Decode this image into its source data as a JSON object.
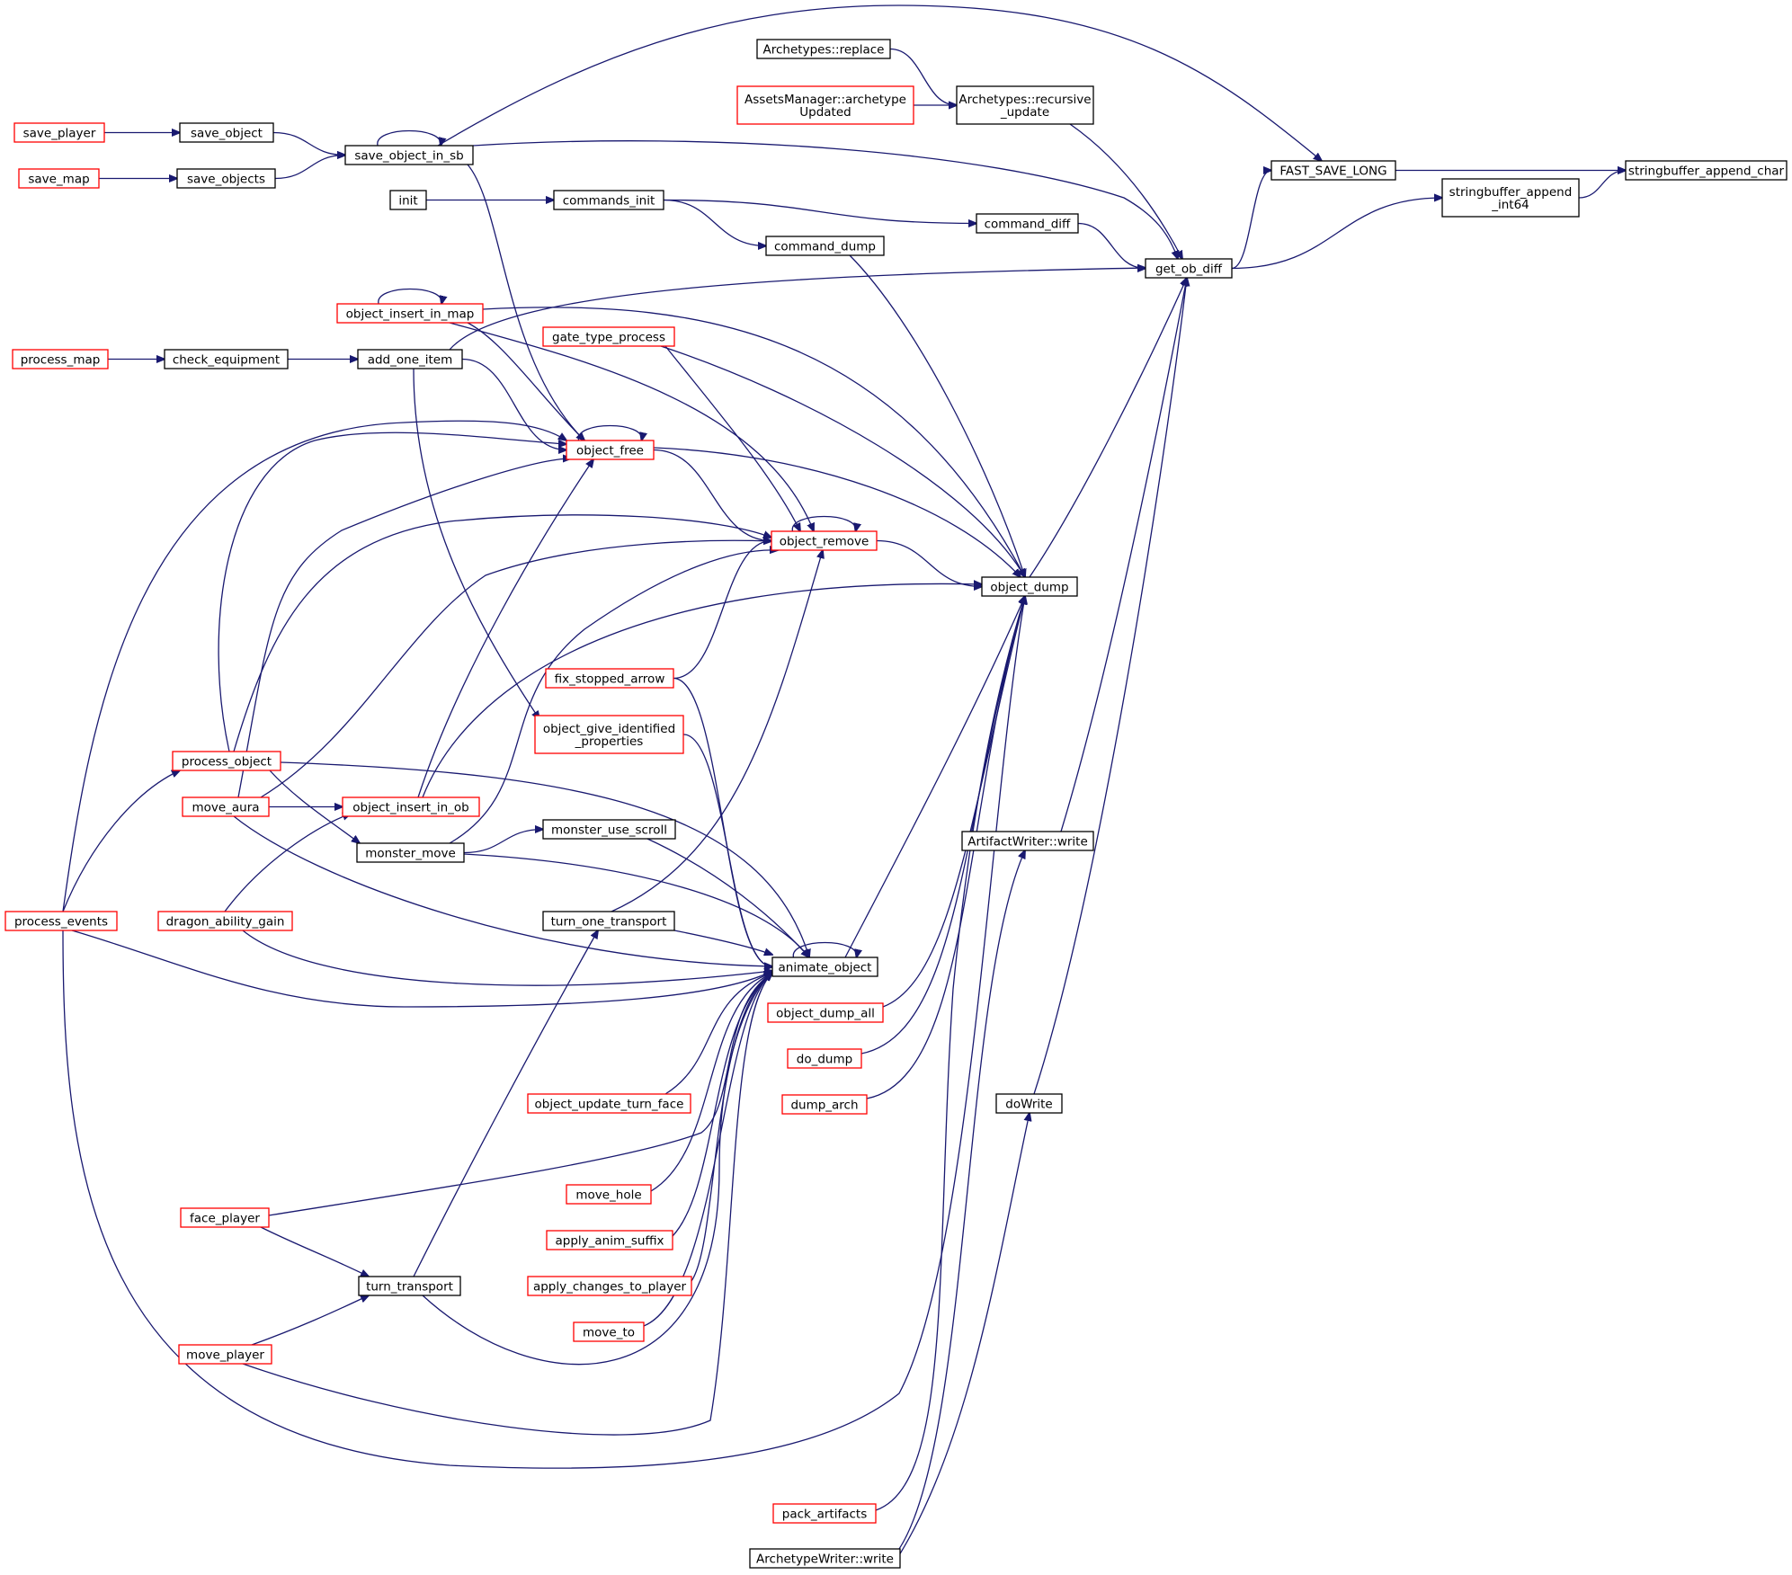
{
  "diagram": {
    "type": "call-graph",
    "colors": {
      "edge": "#191970",
      "border_linked": "#000000",
      "border_truncated": "#ff0000",
      "focus_fill": "#bfbfbf"
    },
    "nodes": [
      {
        "id": "sb_append_char",
        "lines": [
          "stringbuffer_append_char"
        ],
        "style": "focus"
      },
      {
        "id": "fast_save_long",
        "lines": [
          "FAST_SAVE_LONG"
        ],
        "style": "linked"
      },
      {
        "id": "sb_append_int64",
        "lines": [
          "stringbuffer_append",
          "_int64"
        ],
        "style": "linked"
      },
      {
        "id": "get_ob_diff",
        "lines": [
          "get_ob_diff"
        ],
        "style": "linked"
      },
      {
        "id": "arch_replace",
        "lines": [
          "Archetypes::replace"
        ],
        "style": "linked"
      },
      {
        "id": "arch_recursive",
        "lines": [
          "Archetypes::recursive",
          "_update"
        ],
        "style": "linked"
      },
      {
        "id": "assets_archetype",
        "lines": [
          "AssetsManager::archetype",
          "Updated"
        ],
        "style": "truncated"
      },
      {
        "id": "save_object_in_sb",
        "lines": [
          "save_object_in_sb"
        ],
        "style": "linked"
      },
      {
        "id": "save_object",
        "lines": [
          "save_object"
        ],
        "style": "linked"
      },
      {
        "id": "save_player",
        "lines": [
          "save_player"
        ],
        "style": "truncated"
      },
      {
        "id": "save_objects",
        "lines": [
          "save_objects"
        ],
        "style": "linked"
      },
      {
        "id": "save_map",
        "lines": [
          "save_map"
        ],
        "style": "truncated"
      },
      {
        "id": "init",
        "lines": [
          "init"
        ],
        "style": "linked"
      },
      {
        "id": "commands_init",
        "lines": [
          "commands_init"
        ],
        "style": "linked"
      },
      {
        "id": "command_diff",
        "lines": [
          "command_diff"
        ],
        "style": "linked"
      },
      {
        "id": "command_dump",
        "lines": [
          "command_dump"
        ],
        "style": "linked"
      },
      {
        "id": "object_insert_in_map",
        "lines": [
          "object_insert_in_map"
        ],
        "style": "truncated"
      },
      {
        "id": "gate_type_process",
        "lines": [
          "gate_type_process"
        ],
        "style": "truncated"
      },
      {
        "id": "process_map",
        "lines": [
          "process_map"
        ],
        "style": "truncated"
      },
      {
        "id": "check_equipment",
        "lines": [
          "check_equipment"
        ],
        "style": "linked"
      },
      {
        "id": "add_one_item",
        "lines": [
          "add_one_item"
        ],
        "style": "linked"
      },
      {
        "id": "object_free",
        "lines": [
          "object_free"
        ],
        "style": "truncated"
      },
      {
        "id": "object_remove",
        "lines": [
          "object_remove"
        ],
        "style": "truncated"
      },
      {
        "id": "object_dump",
        "lines": [
          "object_dump"
        ],
        "style": "linked"
      },
      {
        "id": "fix_stopped_arrow",
        "lines": [
          "fix_stopped_arrow"
        ],
        "style": "truncated"
      },
      {
        "id": "object_give_identified",
        "lines": [
          "object_give_identified",
          "_properties"
        ],
        "style": "truncated"
      },
      {
        "id": "process_object",
        "lines": [
          "process_object"
        ],
        "style": "truncated"
      },
      {
        "id": "move_aura",
        "lines": [
          "move_aura"
        ],
        "style": "truncated"
      },
      {
        "id": "object_insert_in_ob",
        "lines": [
          "object_insert_in_ob"
        ],
        "style": "truncated"
      },
      {
        "id": "monster_use_scroll",
        "lines": [
          "monster_use_scroll"
        ],
        "style": "linked"
      },
      {
        "id": "monster_move",
        "lines": [
          "monster_move"
        ],
        "style": "linked"
      },
      {
        "id": "artifact_writer",
        "lines": [
          "ArtifactWriter::write"
        ],
        "style": "linked"
      },
      {
        "id": "process_events",
        "lines": [
          "process_events"
        ],
        "style": "truncated"
      },
      {
        "id": "dragon_ability_gain",
        "lines": [
          "dragon_ability_gain"
        ],
        "style": "truncated"
      },
      {
        "id": "turn_one_transport",
        "lines": [
          "turn_one_transport"
        ],
        "style": "linked"
      },
      {
        "id": "animate_object",
        "lines": [
          "animate_object"
        ],
        "style": "linked"
      },
      {
        "id": "object_dump_all",
        "lines": [
          "object_dump_all"
        ],
        "style": "truncated"
      },
      {
        "id": "do_dump",
        "lines": [
          "do_dump"
        ],
        "style": "truncated"
      },
      {
        "id": "dowrite",
        "lines": [
          "doWrite"
        ],
        "style": "linked"
      },
      {
        "id": "object_update_turn_face",
        "lines": [
          "object_update_turn_face"
        ],
        "style": "truncated"
      },
      {
        "id": "dump_arch",
        "lines": [
          "dump_arch"
        ],
        "style": "truncated"
      },
      {
        "id": "move_hole",
        "lines": [
          "move_hole"
        ],
        "style": "truncated"
      },
      {
        "id": "face_player",
        "lines": [
          "face_player"
        ],
        "style": "truncated"
      },
      {
        "id": "apply_anim_suffix",
        "lines": [
          "apply_anim_suffix"
        ],
        "style": "truncated"
      },
      {
        "id": "turn_transport",
        "lines": [
          "turn_transport"
        ],
        "style": "linked"
      },
      {
        "id": "apply_changes_to_player",
        "lines": [
          "apply_changes_to_player"
        ],
        "style": "truncated"
      },
      {
        "id": "move_to",
        "lines": [
          "move_to"
        ],
        "style": "truncated"
      },
      {
        "id": "move_player",
        "lines": [
          "move_player"
        ],
        "style": "truncated"
      },
      {
        "id": "pack_artifacts",
        "lines": [
          "pack_artifacts"
        ],
        "style": "truncated"
      },
      {
        "id": "archetype_writer",
        "lines": [
          "ArchetypeWriter::write"
        ],
        "style": "linked"
      }
    ],
    "edges": [
      [
        "fast_save_long",
        "sb_append_char"
      ],
      [
        "sb_append_int64",
        "sb_append_char"
      ],
      [
        "get_ob_diff",
        "fast_save_long"
      ],
      [
        "get_ob_diff",
        "sb_append_int64"
      ],
      [
        "save_object_in_sb",
        "fast_save_long"
      ],
      [
        "arch_replace",
        "arch_recursive"
      ],
      [
        "assets_archetype",
        "arch_recursive"
      ],
      [
        "arch_recursive",
        "get_ob_diff"
      ],
      [
        "save_object_in_sb",
        "get_ob_diff"
      ],
      [
        "save_object_in_sb",
        "save_object_in_sb"
      ],
      [
        "save_object",
        "save_object_in_sb"
      ],
      [
        "save_objects",
        "save_object_in_sb"
      ],
      [
        "save_player",
        "save_object"
      ],
      [
        "save_map",
        "save_objects"
      ],
      [
        "init",
        "commands_init"
      ],
      [
        "commands_init",
        "command_diff"
      ],
      [
        "commands_init",
        "command_dump"
      ],
      [
        "command_diff",
        "get_ob_diff"
      ],
      [
        "command_dump",
        "object_dump"
      ],
      [
        "object_dump",
        "get_ob_diff"
      ],
      [
        "artifact_writer",
        "get_ob_diff"
      ],
      [
        "dowrite",
        "get_ob_diff"
      ],
      [
        "add_one_item",
        "get_ob_diff"
      ],
      [
        "process_map",
        "check_equipment"
      ],
      [
        "check_equipment",
        "add_one_item"
      ],
      [
        "object_insert_in_map",
        "object_insert_in_map"
      ],
      [
        "object_insert_in_map",
        "object_dump"
      ],
      [
        "object_insert_in_map",
        "object_free"
      ],
      [
        "object_insert_in_map",
        "object_remove"
      ],
      [
        "gate_type_process",
        "object_dump"
      ],
      [
        "gate_type_process",
        "object_remove"
      ],
      [
        "add_one_item",
        "object_free"
      ],
      [
        "add_one_item",
        "object_give_identified"
      ],
      [
        "object_free",
        "object_free"
      ],
      [
        "save_object_in_sb",
        "object_free"
      ],
      [
        "object_free",
        "object_remove"
      ],
      [
        "object_free",
        "object_dump"
      ],
      [
        "object_remove",
        "object_remove"
      ],
      [
        "object_remove",
        "object_dump"
      ],
      [
        "fix_stopped_arrow",
        "object_remove"
      ],
      [
        "fix_stopped_arrow",
        "animate_object"
      ],
      [
        "object_give_identified",
        "animate_object"
      ],
      [
        "process_object",
        "object_free"
      ],
      [
        "process_object",
        "object_remove"
      ],
      [
        "process_object",
        "monster_move"
      ],
      [
        "process_object",
        "animate_object"
      ],
      [
        "process_events",
        "process_object"
      ],
      [
        "process_events",
        "object_free"
      ],
      [
        "process_events",
        "animate_object"
      ],
      [
        "process_events",
        "object_dump"
      ],
      [
        "move_aura",
        "object_free"
      ],
      [
        "move_aura",
        "object_remove"
      ],
      [
        "move_aura",
        "object_insert_in_ob"
      ],
      [
        "move_aura",
        "animate_object"
      ],
      [
        "object_insert_in_ob",
        "object_free"
      ],
      [
        "object_insert_in_ob",
        "object_dump"
      ],
      [
        "dragon_ability_gain",
        "object_insert_in_ob"
      ],
      [
        "dragon_ability_gain",
        "animate_object"
      ],
      [
        "monster_move",
        "object_remove"
      ],
      [
        "monster_move",
        "monster_use_scroll"
      ],
      [
        "monster_move",
        "animate_object"
      ],
      [
        "monster_use_scroll",
        "animate_object"
      ],
      [
        "turn_one_transport",
        "object_remove"
      ],
      [
        "turn_one_transport",
        "animate_object"
      ],
      [
        "turn_transport",
        "turn_one_transport"
      ],
      [
        "turn_transport",
        "animate_object"
      ],
      [
        "animate_object",
        "animate_object"
      ],
      [
        "animate_object",
        "object_dump"
      ],
      [
        "object_dump_all",
        "object_dump"
      ],
      [
        "do_dump",
        "object_dump"
      ],
      [
        "dump_arch",
        "object_dump"
      ],
      [
        "object_update_turn_face",
        "animate_object"
      ],
      [
        "move_hole",
        "animate_object"
      ],
      [
        "face_player",
        "animate_object"
      ],
      [
        "face_player",
        "turn_transport"
      ],
      [
        "apply_anim_suffix",
        "animate_object"
      ],
      [
        "apply_changes_to_player",
        "animate_object"
      ],
      [
        "move_to",
        "animate_object"
      ],
      [
        "move_player",
        "turn_transport"
      ],
      [
        "move_player",
        "animate_object"
      ],
      [
        "pack_artifacts",
        "object_dump"
      ],
      [
        "archetype_writer",
        "artifact_writer"
      ],
      [
        "archetype_writer",
        "dowrite"
      ]
    ]
  }
}
